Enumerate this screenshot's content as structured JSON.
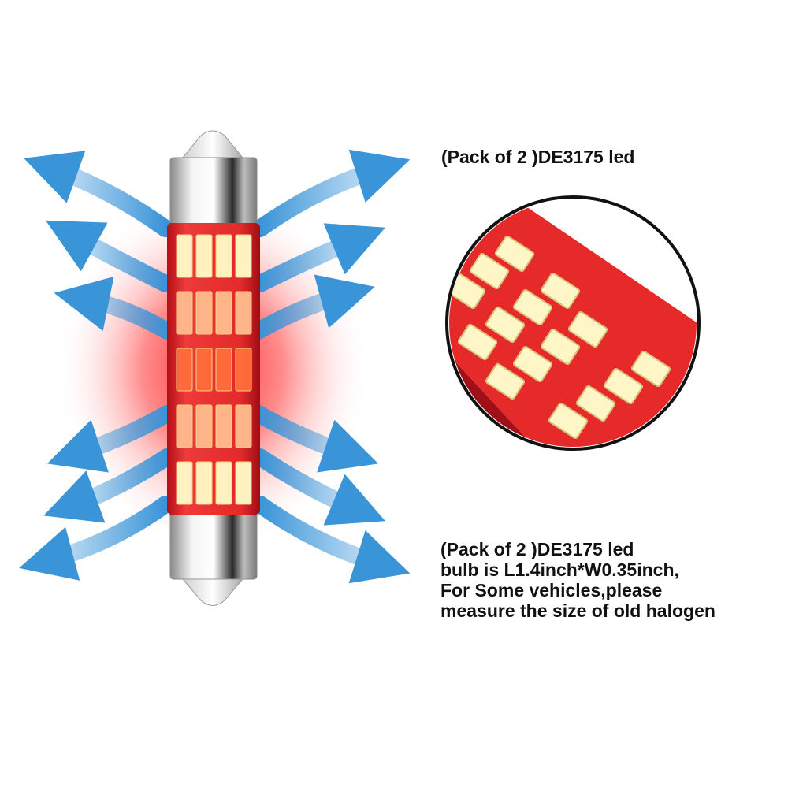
{
  "product": {
    "headline": "(Pack of 2 )DE3175 led",
    "description_lines": [
      "(Pack of 2 )DE3175 led",
      "bulb is L1.4inch*W0.35inch,",
      "For Some vehicles,please",
      "measure the size of old halogen"
    ]
  },
  "colors": {
    "bulb_body": "#d8202a",
    "glow": "#ff2a2a",
    "arrow": "#3a94d8",
    "led_chip": "#fff6c8",
    "text": "#111111"
  },
  "icons": [
    "light-direction-arrow-icon"
  ]
}
